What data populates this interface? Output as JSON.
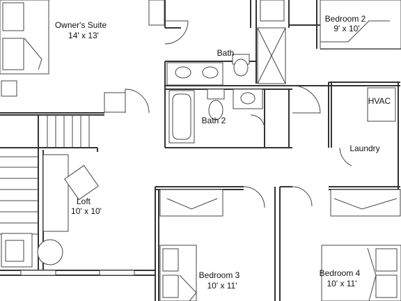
{
  "rooms": {
    "owners_suite": {
      "name": "Owner's Suite",
      "size": "14' x 13'"
    },
    "bath": {
      "name": "Bath"
    },
    "bedroom2": {
      "name": "Bedroom 2",
      "size": "9' x 10'"
    },
    "hvac": {
      "name": "HVAC"
    },
    "bath2": {
      "name": "Bath 2"
    },
    "laundry": {
      "name": "Laundry"
    },
    "loft": {
      "name": "Loft",
      "size": "10' x 10'"
    },
    "bedroom3": {
      "name": "Bedroom 3",
      "size": "10' x 11'"
    },
    "bedroom4": {
      "name": "Bedroom 4",
      "size": "10' x 11'"
    }
  },
  "colors": {
    "wall": "#333333",
    "background": "#ffffff"
  }
}
